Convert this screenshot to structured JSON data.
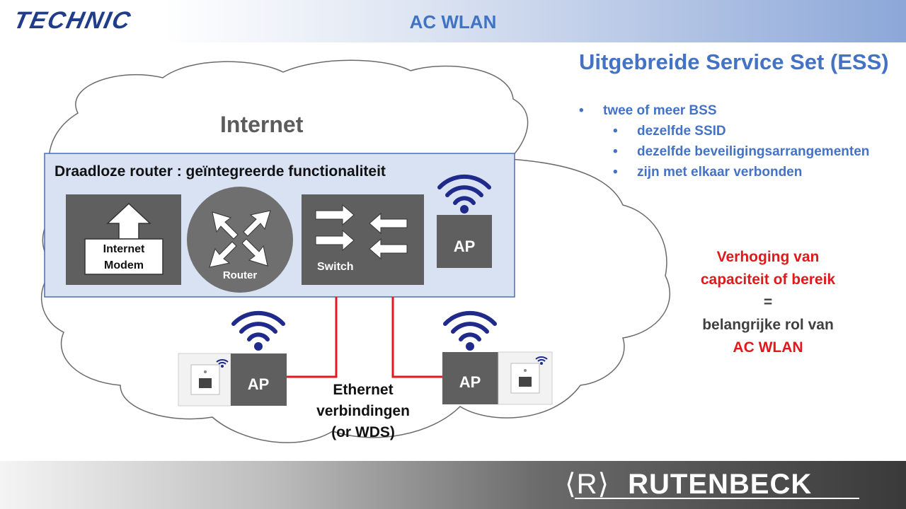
{
  "header": {
    "brand": "TECHNIC",
    "title": "AC WLAN"
  },
  "info": {
    "title": "Uitgebreide Service Set (ESS)",
    "bullets": [
      "twee of meer BSS",
      "dezelfde SSID",
      "dezelfde beveiligingsarrangementen",
      "zijn met elkaar verbonden"
    ]
  },
  "note": {
    "line1": "Verhoging van",
    "line2": "capaciteit of bereik",
    "equals": "=",
    "line3": "belangrijke rol van",
    "line4": "AC WLAN"
  },
  "diagram": {
    "cloud_label": "Internet",
    "router_title": "Draadloze router : geïntegreerde functionaliteit",
    "modem_line1": "Internet",
    "modem_line2": "Modem",
    "router_label": "Router",
    "switch_label": "Switch",
    "ap_label": "AP",
    "ethernet_line1": "Ethernet",
    "ethernet_line2": "verbindingen",
    "ethernet_line3": "(or WDS)"
  },
  "footer": {
    "logo_mark": "⟨R⟩",
    "logo_text": "RUTENBECK"
  },
  "colors": {
    "accent_blue": "#4472c4",
    "highlight_red": "#e0191c",
    "cable_red": "#e0191c",
    "wifi_navy": "#1f2a8a",
    "device_gray": "#5f5f5f"
  }
}
